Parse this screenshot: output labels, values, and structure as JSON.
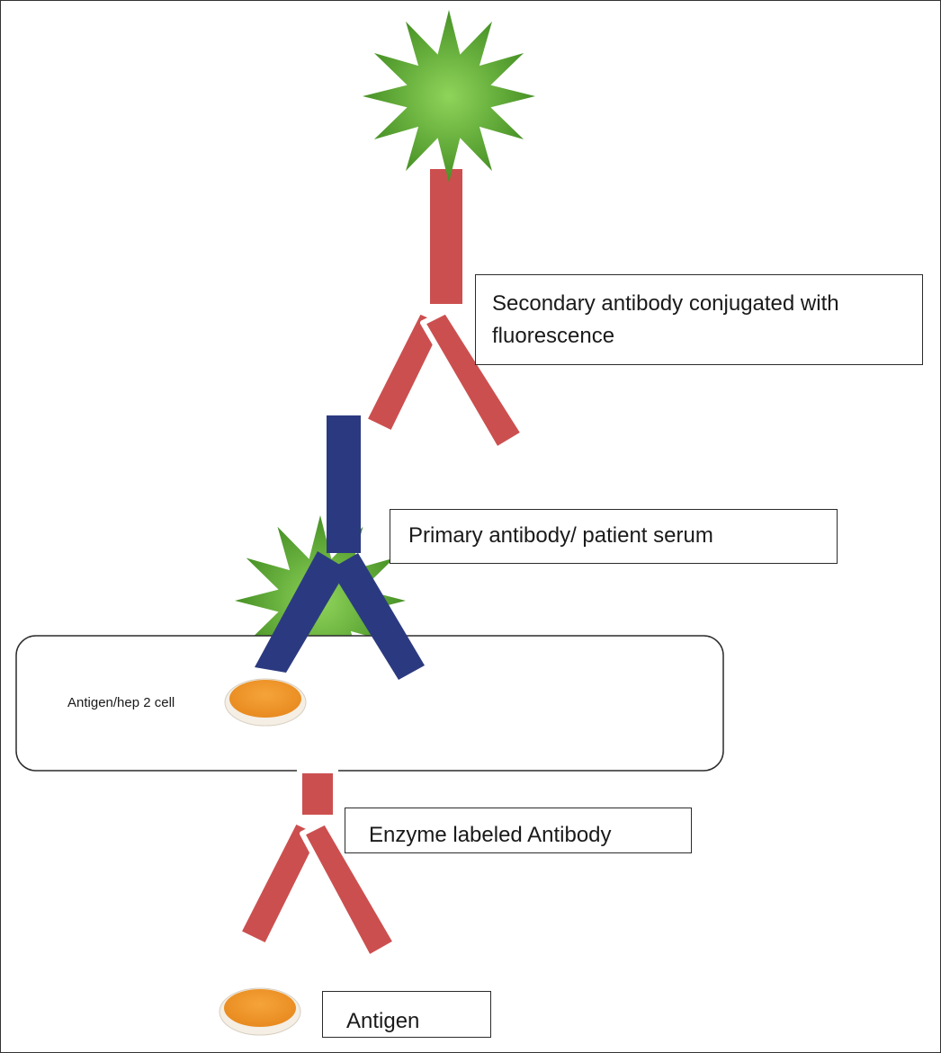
{
  "labels": {
    "secondary_antibody": "Secondary antibody conjugated with fluorescence",
    "primary_antibody": "Primary antibody/ patient serum",
    "hep_cell": "Antigen/hep 2 cell",
    "enzyme_antibody": "Enzyme labeled Antibody",
    "antigen": "Antigen"
  },
  "colors": {
    "secondary_antibody": "#cc4f4f",
    "primary_antibody": "#2b3a80",
    "fluorescence_star": "#4f9a2a",
    "antigen": "#f2992e",
    "enzyme_antibody": "#cc4f4f"
  }
}
